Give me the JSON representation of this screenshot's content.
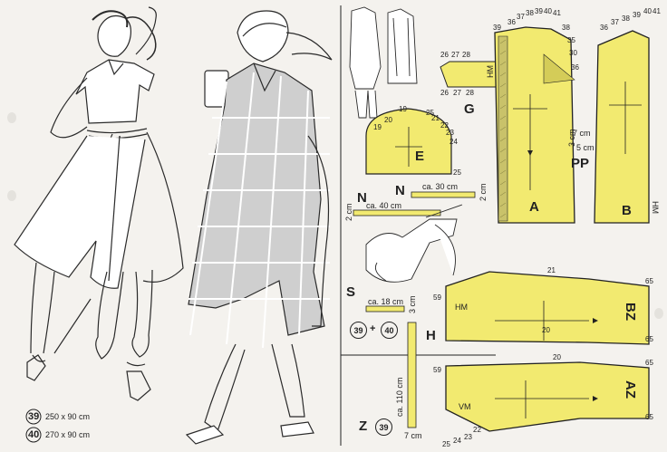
{
  "sizes": [
    {
      "badge": "39",
      "text": "250 x 90 cm"
    },
    {
      "badge": "40",
      "text": "270 x 90 cm"
    }
  ],
  "pieces": {
    "E": "E",
    "G": "G",
    "A": "A",
    "B": "B",
    "PP": "PP",
    "BZ": "BZ",
    "AZ": "AZ",
    "N1": "N",
    "N2": "N",
    "S": "S",
    "H": "H",
    "Z": "Z",
    "HM": "HM",
    "VM": "VM",
    "HM_back": "HM",
    "HM_sleeve": "HM"
  },
  "measures": {
    "strip_30": "ca. 30 cm",
    "strip_40": "ca. 40 cm",
    "strip_18": "ca. 18 cm",
    "strip_110": "ca. 110 cm",
    "two_cm_a": "2 cm",
    "two_cm_b": "2 cm",
    "three_cm": "3 cm",
    "seven_cm": "7 cm",
    "pp_7": "7 cm",
    "pp_5": "5 cm",
    "pp_3": "3 cm"
  },
  "badges": {
    "h39": "39",
    "h40": "40",
    "plus": "+",
    "z39": "39"
  },
  "sizes_nums": {
    "e": [
      "19",
      "20",
      "21",
      "22",
      "23",
      "24",
      "25",
      "19",
      "25"
    ],
    "a_top": [
      "39",
      "36",
      "37",
      "38",
      "39",
      "40",
      "41",
      "38",
      "35",
      "30",
      "36"
    ],
    "b_top": [
      "36",
      "37",
      "38",
      "39",
      "40",
      "41"
    ],
    "g": [
      "26",
      "27",
      "28",
      "28",
      "27",
      "26"
    ],
    "bz": [
      "59",
      "20",
      "21",
      "65",
      "65"
    ],
    "az": [
      "59",
      "20",
      "22",
      "23",
      "24",
      "25",
      "65",
      "65"
    ]
  }
}
